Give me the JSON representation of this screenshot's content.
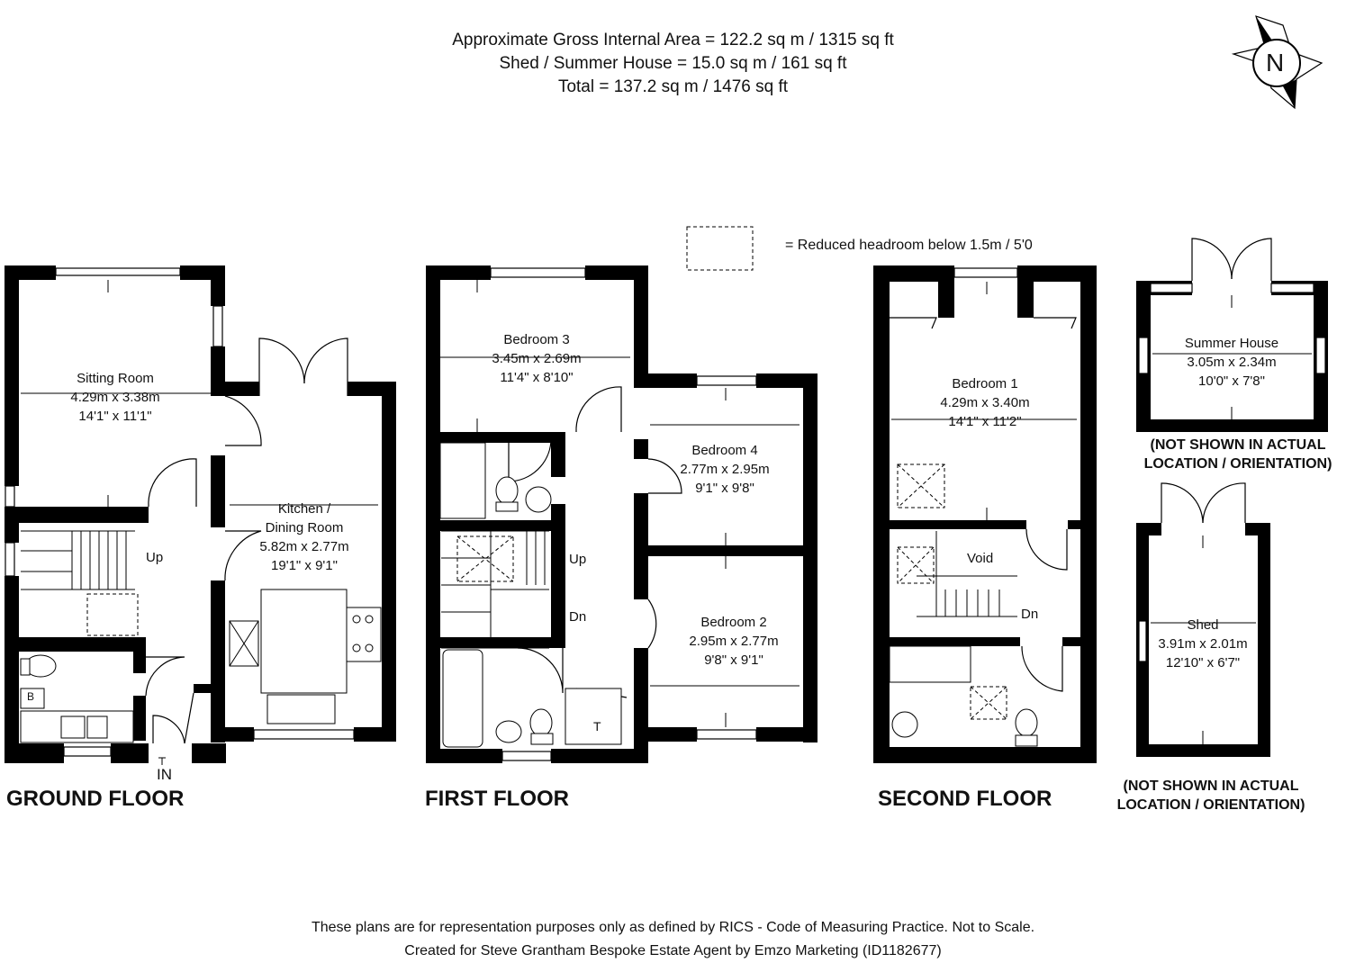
{
  "header": {
    "line1": "Approximate Gross Internal Area = 122.2 sq m / 1315 sq ft",
    "line2": "Shed / Summer House = 15.0 sq m / 161 sq ft",
    "line3": "Total = 137.2 sq m / 1476 sq ft"
  },
  "compass": {
    "letter": "N"
  },
  "legend": {
    "text": "= Reduced headroom below 1.5m / 5'0"
  },
  "rooms": {
    "sitting": {
      "name": "Sitting Room",
      "metric": "4.29m x 3.38m",
      "imperial": "14'1\" x 11'1\""
    },
    "kitchen": {
      "name1": "Kitchen /",
      "name2": "Dining Room",
      "metric": "5.82m x 2.77m",
      "imperial": "19'1\" x 9'1\""
    },
    "bed3": {
      "name": "Bedroom 3",
      "metric": "3.45m x 2.69m",
      "imperial": "11'4\" x 8'10\""
    },
    "bed4": {
      "name": "Bedroom 4",
      "metric": "2.77m x 2.95m",
      "imperial": "9'1\" x 9'8\""
    },
    "bed2": {
      "name": "Bedroom 2",
      "metric": "2.95m x 2.77m",
      "imperial": "9'8\" x 9'1\""
    },
    "bed1": {
      "name": "Bedroom 1",
      "metric": "4.29m x 3.40m",
      "imperial": "14'1\" x 11'2\""
    },
    "summer": {
      "name": "Summer House",
      "metric": "3.05m x 2.34m",
      "imperial": "10'0\" x 7'8\""
    },
    "shed": {
      "name": "Shed",
      "metric": "3.91m x 2.01m",
      "imperial": "12'10\" x 6'7\""
    }
  },
  "labels": {
    "up": "Up",
    "dn": "Dn",
    "void": "Void",
    "boiler": "B",
    "tank": "T",
    "entrance": "IN"
  },
  "floors": {
    "ground": "GROUND FLOOR",
    "first": "FIRST FLOOR",
    "second": "SECOND FLOOR"
  },
  "notes": {
    "summer_line1": "(NOT SHOWN IN ACTUAL",
    "summer_line2": "LOCATION / ORIENTATION)",
    "shed_line1": "(NOT SHOWN IN ACTUAL",
    "shed_line2": "LOCATION / ORIENTATION)"
  },
  "footer": {
    "line1": "These plans are for representation purposes only as defined by RICS - Code of Measuring Practice. Not to Scale.",
    "line2": "Created for Steve Grantham Bespoke Estate Agent by Emzo Marketing (ID1182677)"
  }
}
